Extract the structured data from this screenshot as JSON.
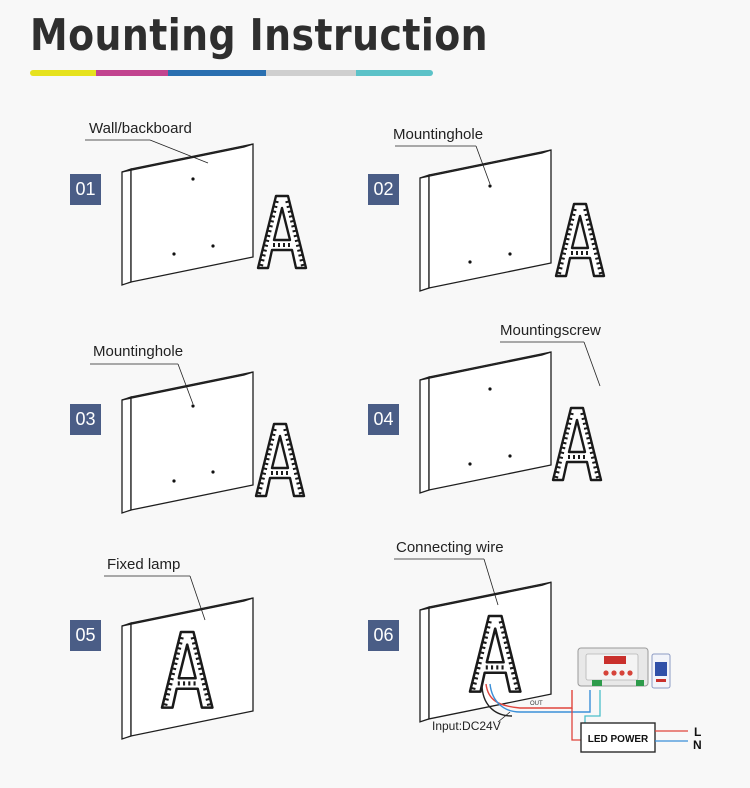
{
  "title": "Mounting Instruction",
  "color_bar": [
    "#e6e21e",
    "#c2448f",
    "#2a6fb0",
    "#cfcfcf",
    "#5cc2c8"
  ],
  "steps": [
    {
      "number": "01",
      "callout": "Wall/backboard"
    },
    {
      "number": "02",
      "callout": "Mountinghole"
    },
    {
      "number": "03",
      "callout": "Mountinghole"
    },
    {
      "number": "04",
      "callout": "Mountingscrew"
    },
    {
      "number": "05",
      "callout": "Fixed lamp"
    },
    {
      "number": "06",
      "callout": "Connecting wire"
    }
  ],
  "wiring": {
    "input_label": "Input:DC24V",
    "out_label": "OUT",
    "power_supply_label": "LED POWER",
    "line_label": "L",
    "neutral_label": "N"
  },
  "colors": {
    "badge": "#4a5d86",
    "wire_red": "#e0443c",
    "wire_blue": "#3a8fd8",
    "wire_teal": "#4bbfc9"
  }
}
